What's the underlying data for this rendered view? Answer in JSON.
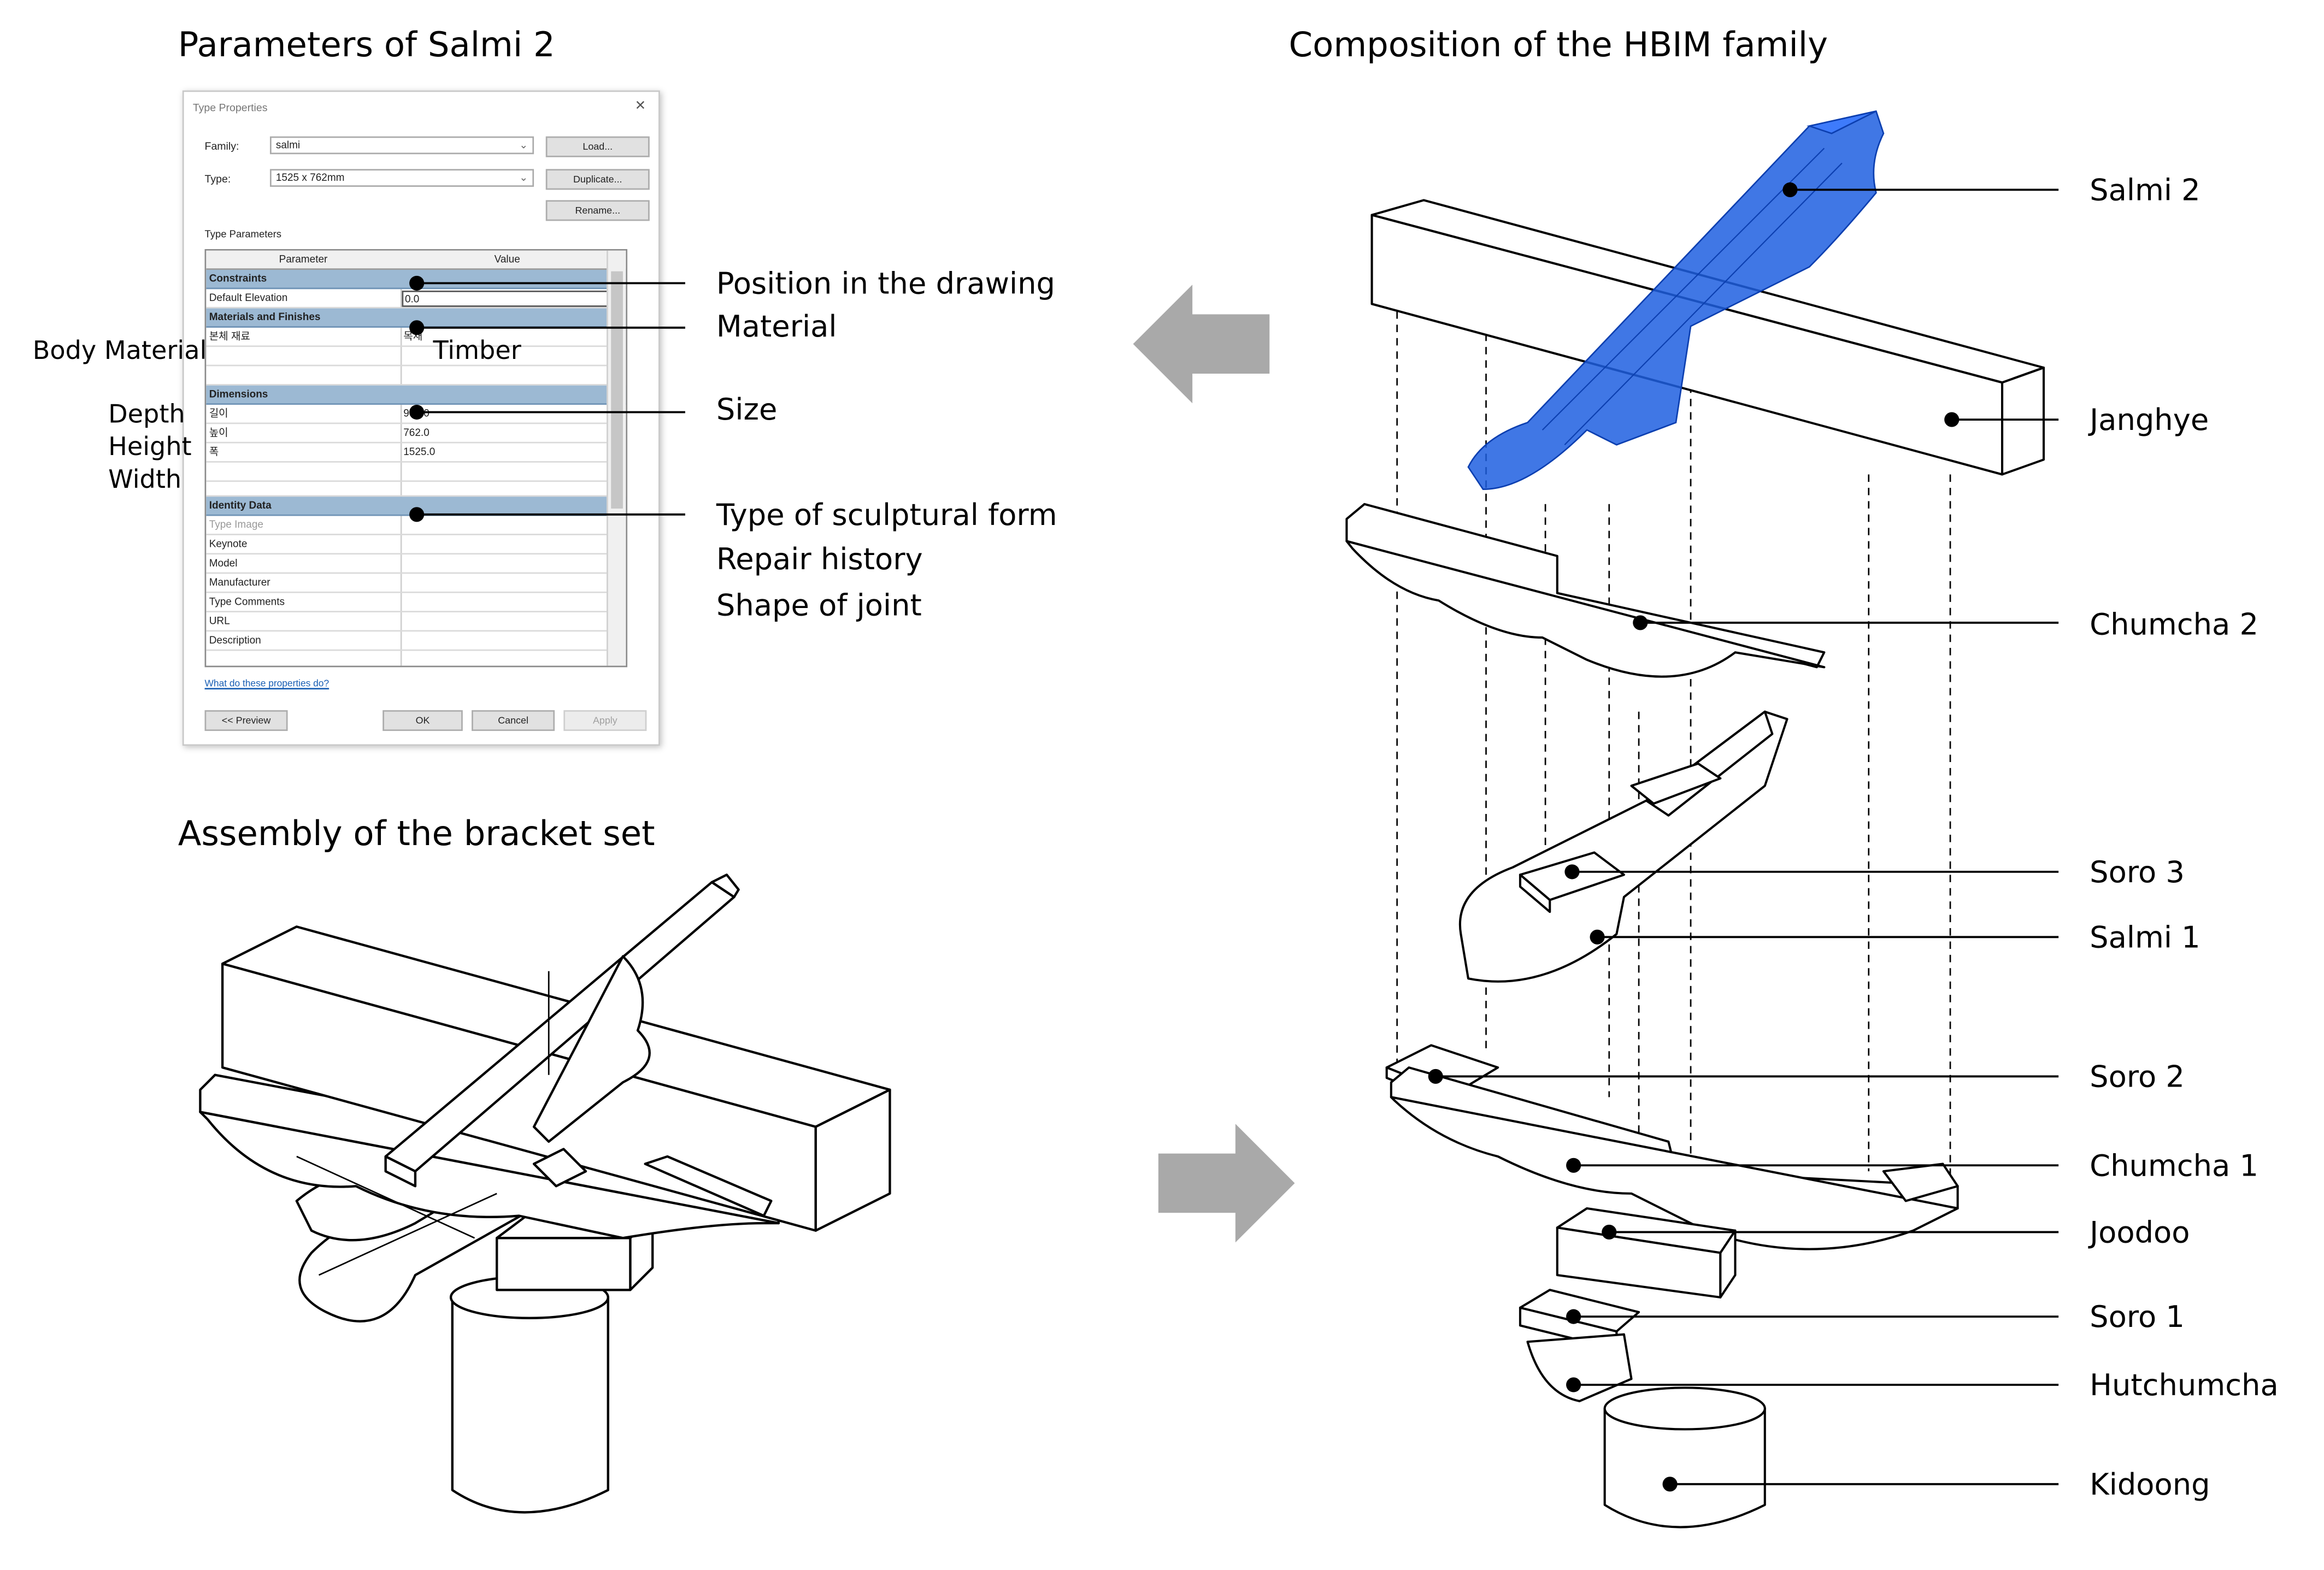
{
  "titles": {
    "parameters": "Parameters of Salmi 2",
    "composition": "Composition of the HBIM family",
    "assembly": "Assembly of the bracket set"
  },
  "dialog": {
    "window_title": "Type Properties",
    "close_glyph": "✕",
    "family_label": "Family:",
    "family_value": "salmi",
    "type_label": "Type:",
    "type_value": "1525 x 762mm",
    "load_button": "Load...",
    "duplicate_button": "Duplicate...",
    "rename_button": "Rename...",
    "type_parameters_label": "Type Parameters",
    "col_parameter": "Parameter",
    "col_value": "Value",
    "groups": {
      "constraints": "Constraints",
      "materials": "Materials and Finishes",
      "dimensions": "Dimensions",
      "identity": "Identity Data"
    },
    "rows": {
      "default_elevation": {
        "name": "Default Elevation",
        "value": "0.0"
      },
      "body_material": {
        "name": "본체 재료",
        "value": "목재"
      },
      "depth": {
        "name": "길이",
        "value": "900.0"
      },
      "height": {
        "name": "높이",
        "value": "762.0"
      },
      "width": {
        "name": "폭",
        "value": "1525.0"
      },
      "identity_items": [
        "Type Image",
        "Keynote",
        "Model",
        "Manufacturer",
        "Type Comments",
        "URL",
        "Description"
      ]
    },
    "help_link": "What do these properties do?",
    "preview_button": "<< Preview",
    "ok_button": "OK",
    "cancel_button": "Cancel",
    "apply_button": "Apply"
  },
  "side_labels": {
    "body_material": "Body Material",
    "timber": "Timber",
    "depth": "Depth",
    "height": "Height",
    "width": "Width"
  },
  "callouts": {
    "position": "Position in the drawing",
    "material": "Material",
    "size": "Size",
    "sculptural": "Type of sculptural form",
    "repair": "Repair history",
    "joint": "Shape of joint"
  },
  "parts": {
    "salmi2": "Salmi 2",
    "janghye": "Janghye",
    "chumcha2": "Chumcha 2",
    "soro3": "Soro 3",
    "salmi1": "Salmi 1",
    "soro2": "Soro 2",
    "chumcha1": "Chumcha 1",
    "joodoo": "Joodoo",
    "soro1": "Soro 1",
    "hutchumcha": "Hutchumcha",
    "kidoong": "Kidoong"
  },
  "colors": {
    "highlight": "#1f5fe0",
    "group_row": "#9cb9d3",
    "arrow": "#a9a9a9"
  }
}
